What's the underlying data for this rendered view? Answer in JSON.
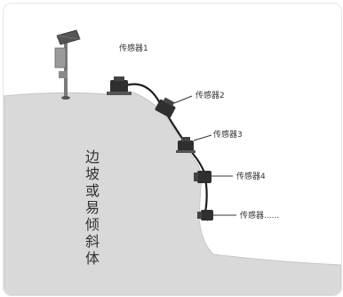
{
  "slope_label": "边坡或易倾斜体",
  "sensors": [
    {
      "label": "传感器1"
    },
    {
      "label": "传感器2"
    },
    {
      "label": "传感器3"
    },
    {
      "label": "传感器4"
    },
    {
      "label": "传感器......"
    }
  ],
  "colors": {
    "slope": "#d9d9d9",
    "sensor_body": "#2f2f2f",
    "cable": "#1f1f1f"
  }
}
